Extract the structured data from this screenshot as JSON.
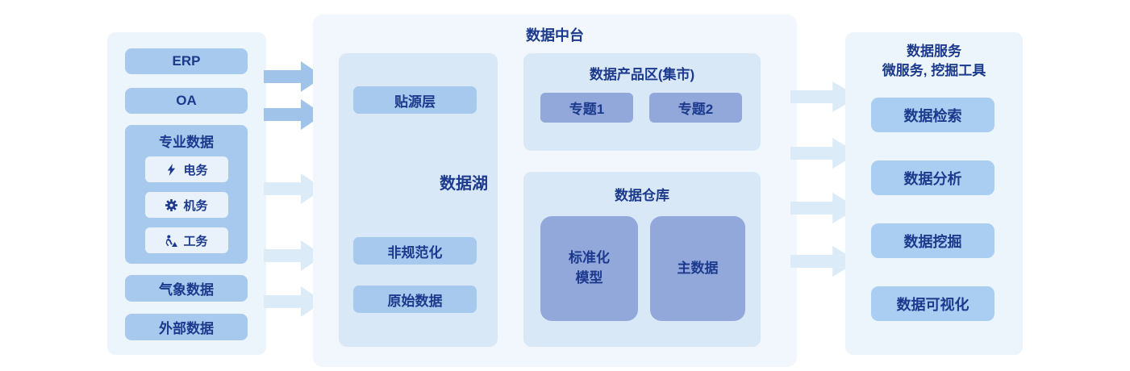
{
  "colors": {
    "navy_text": "#1c3a8d",
    "panel_bg": "#edf5fc",
    "platform_bg": "#f1f7fd",
    "inner_panel_bg": "#d8e8f7",
    "blue_button": "#a6c9ed",
    "light_button": "#e9f2fb",
    "service_button": "#a9cef1",
    "purple_box": "#93a8da",
    "arrow_dark": "#a0c4e9",
    "arrow_light": "#dcebf8"
  },
  "sources": {
    "erp_label": "ERP",
    "oa_label": "OA",
    "professional": {
      "title": "专业数据",
      "items": [
        {
          "icon": "lightning-icon",
          "label": "电务"
        },
        {
          "icon": "gear-icon",
          "label": "机务"
        },
        {
          "icon": "worker-icon",
          "label": "工务"
        }
      ]
    },
    "weather_label": "气象数据",
    "external_label": "外部数据"
  },
  "platform": {
    "title": "数据中台",
    "data_lake": {
      "title": "数据湖",
      "source_layer": "贴源层",
      "non_standardized": "非规范化",
      "raw_data": "原始数据"
    },
    "product_zone": {
      "title": "数据产品区(集市)",
      "topic1": "专题1",
      "topic2": "专题2"
    },
    "warehouse": {
      "title": "数据仓库",
      "standardized_model": "标准化\n模型",
      "master_data": "主数据"
    }
  },
  "services": {
    "title_line1": "数据服务",
    "title_line2": "微服务, 挖掘工具",
    "items": [
      "数据检索",
      "数据分析",
      "数据挖掘",
      "数据可视化"
    ]
  }
}
